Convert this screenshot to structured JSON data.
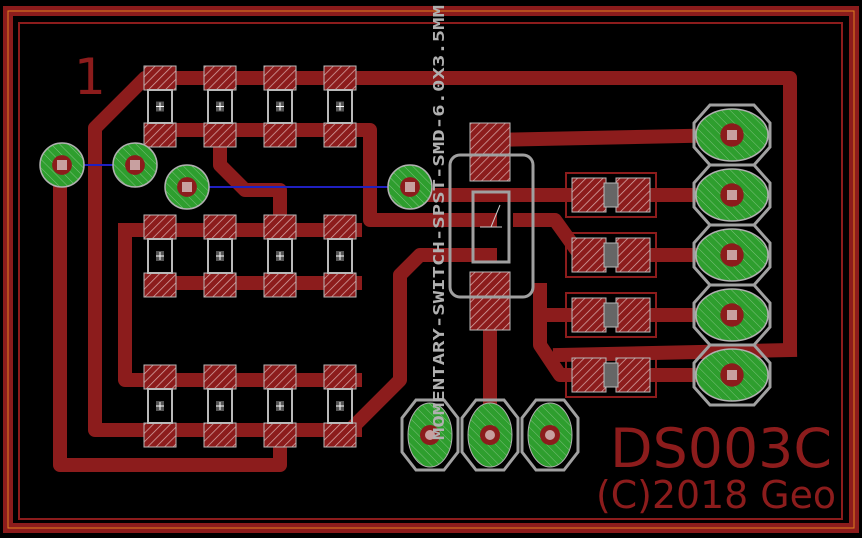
{
  "labels": {
    "pin_one": "1",
    "board_name": "DS003C",
    "copyright": "(C)2018 Geo",
    "switch_package": "MOMENTARY-SWITCH-SPST-SMD-6.0X3.5MM"
  },
  "colors": {
    "copper_top": "#8c1c1c",
    "pad_green": "#2e9e2e",
    "airwire_blue": "#2020c0",
    "silkscreen": "#b9b9b9",
    "dimension": "#e08020"
  }
}
